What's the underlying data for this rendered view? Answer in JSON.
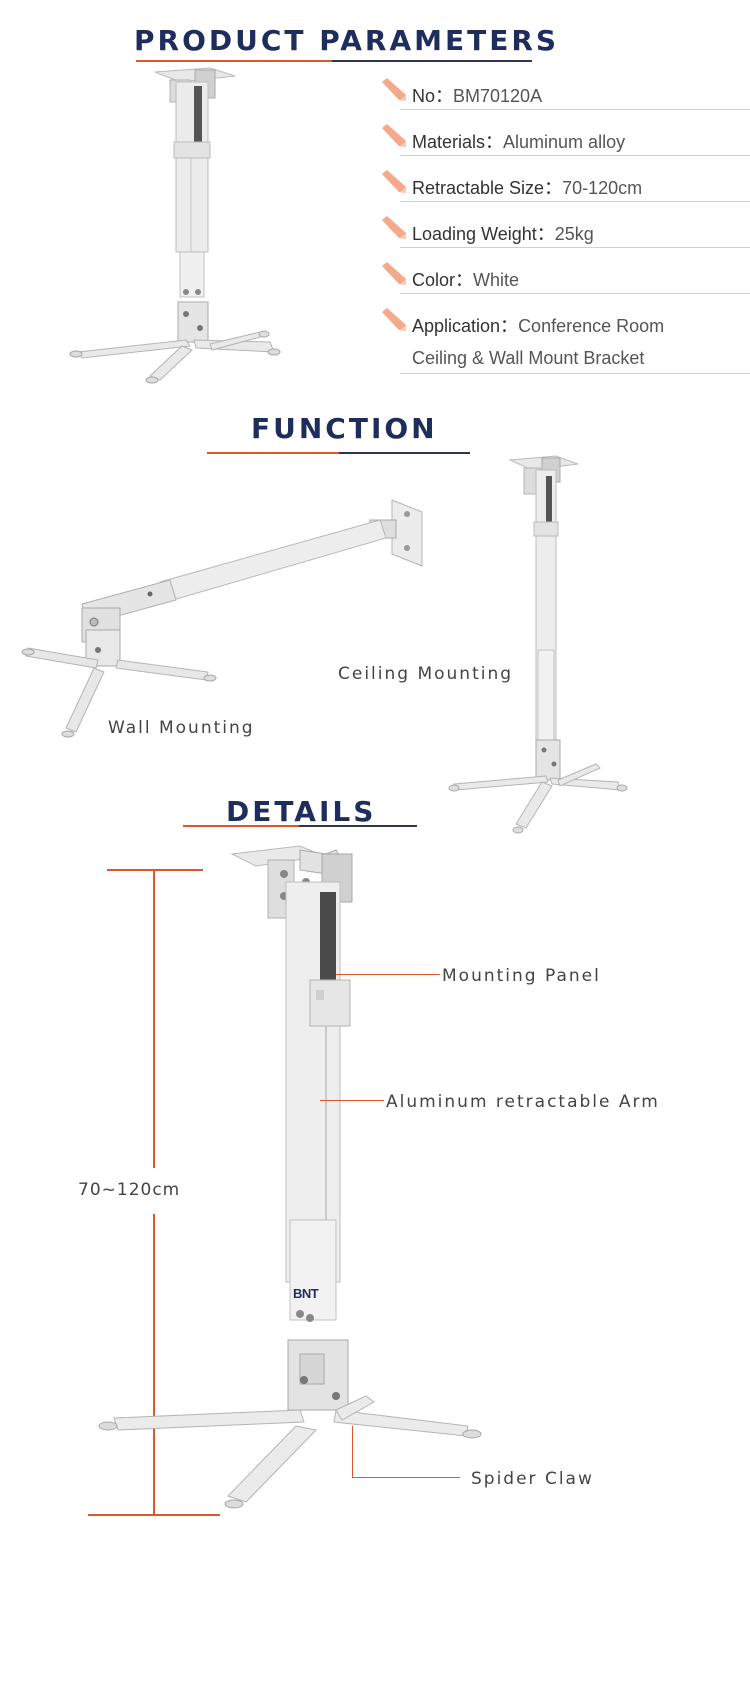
{
  "sections": {
    "parameters_title": "PRODUCT PARAMETERS",
    "function_title": "FUNCTION",
    "details_title": "DETAILS"
  },
  "parameters": [
    {
      "label": "No：",
      "value": "BM70120A"
    },
    {
      "label": "Materials：",
      "value": "Aluminum alloy"
    },
    {
      "label": "Retractable Size：",
      "value": "70-120cm"
    },
    {
      "label": "Loading Weight：",
      "value": "25kg"
    },
    {
      "label": "Color：",
      "value": "White"
    },
    {
      "label": "Application：",
      "value": "Conference Room"
    }
  ],
  "parameters_extra": "Ceiling & Wall Mount Bracket",
  "function": {
    "wall_label": "Wall Mounting",
    "ceiling_label": "Ceiling Mounting"
  },
  "details": {
    "mounting_panel": "Mounting Panel",
    "arm": "Aluminum retractable Arm",
    "spider": "Spider Claw",
    "dimension": "70~120cm",
    "brand": "BNT"
  },
  "colors": {
    "title_navy": "#1f2d5c",
    "accent_orange": "#e0562a",
    "pencil_pink": "#f4a98a"
  },
  "icons": {
    "bullet": "pencil-icon"
  }
}
